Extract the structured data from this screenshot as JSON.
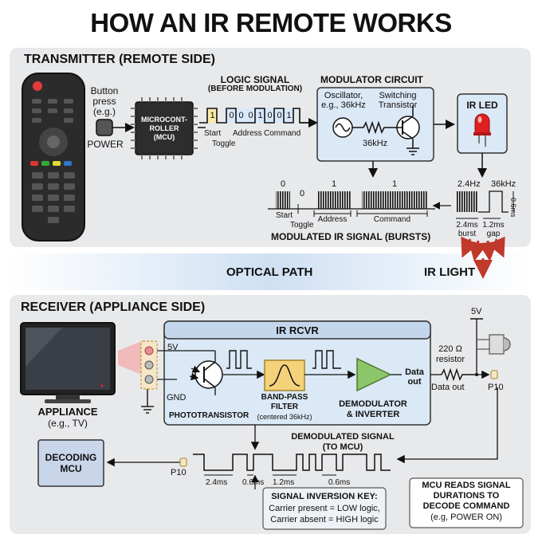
{
  "title": "HOW AN IR REMOTE WORKS",
  "transmitter": {
    "heading": "TRANSMITTER (REMOTE SIDE)",
    "button_label_1": "Button",
    "button_label_2": "press",
    "button_label_3": "(e.g.)",
    "power_label": "POWER",
    "mcu_label_1": "MICROCONT-",
    "mcu_label_2": "ROLLER",
    "mcu_label_3": "(MCU)",
    "logic_title_1": "LOGIC SIGNAL",
    "logic_title_2": "(BEFORE MODULATION)",
    "logic_bits": [
      "1",
      "0",
      "0",
      "0",
      "1",
      "0",
      "0",
      "1"
    ],
    "logic_start": "Start",
    "logic_toggle": "Toggle",
    "logic_address": "Address",
    "logic_command": "Command",
    "modulator_title": "MODULATOR CIRCUIT",
    "oscillator_1": "Oscillator,",
    "oscillator_2": "e.g., 36kHz",
    "switching_1": "Switching",
    "switching_2": "Transistor",
    "freq_label": "36kHz",
    "ir_led_label": "IR LED",
    "burst_bits": [
      "0",
      "0",
      "1",
      "1"
    ],
    "burst_start": "Start",
    "burst_toggle": "Toggle",
    "burst_address": "Address",
    "burst_command": "Command",
    "modulated_title": "MODULATED IR SIGNAL (BURSTS)",
    "detail_freq_1": "2.4Hz",
    "detail_freq_2": "36kHz",
    "detail_duration": "0.6ms",
    "detail_burst_1": "2.4ms",
    "detail_burst_2": "burst",
    "detail_gap_1": "1.2ms",
    "detail_gap_2": "gap"
  },
  "optical_path": "OPTICAL PATH",
  "ir_light": "IR LIGHT",
  "receiver": {
    "heading": "RECEIVER (APPLIANCE SIDE)",
    "appliance_1": "APPLIANCE",
    "appliance_2": "(e.g., TV)",
    "rcvr_title": "IR RCVR",
    "pin_5v": "5V",
    "pin_gnd": "GND",
    "phototransistor": "PHOTOTRANSISTOR",
    "filter_1": "BAND-PASS",
    "filter_2": "FILTER",
    "filter_3": "(centered 36kHz)",
    "demod_1": "DEMODULATOR",
    "demod_2": "& INVERTER",
    "data_out_1": "Data",
    "data_out_2": "out",
    "supply": "5V",
    "resistor_1": "220 Ω",
    "resistor_2": "resistor",
    "data_out_label": "Data out",
    "pin_p10": "P10",
    "demod_title_1": "DEMODULATED SIGNAL",
    "demod_title_2": "(TO MCU)",
    "decoding_1": "DECODING",
    "decoding_2": "MCU",
    "decoding_pin": "P10",
    "timing": [
      "2.4ms",
      "0.6ms",
      "1.2ms",
      "0.6ms"
    ],
    "key_title": "SIGNAL INVERSION KEY:",
    "key_line_1": "Carrier present = LOW logic,",
    "key_line_2": "Carrier absent = HIGH logic",
    "mcu_reads_1": "MCU READS SIGNAL",
    "mcu_reads_2": "DURATIONS TO",
    "mcu_reads_3": "DECODE COMMAND",
    "mcu_reads_4": "(e.g, POWER ON)"
  },
  "colors": {
    "panel": "#e8e9eb",
    "box_blue": "#dbe8f5",
    "mcu_box": "#c9d6ea",
    "led_red": "#e02020",
    "filter_yellow": "#f3d27a",
    "demod_green": "#8cc56a",
    "tv_glow": "#f2b3b3",
    "ir_arrow": "#d9534f"
  }
}
